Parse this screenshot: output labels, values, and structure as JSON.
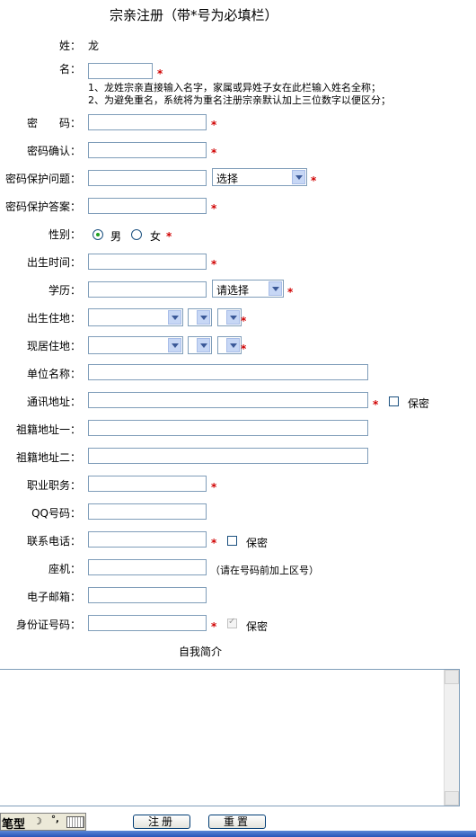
{
  "title": "宗亲注册（带*号为必填栏）",
  "required_mark": "*",
  "surname": {
    "label": "姓：",
    "value": "龙"
  },
  "given_name": {
    "label": "名：",
    "note1": "1、龙姓宗亲直接输入名字，家属或异姓子女在此栏输入姓名全称；",
    "note2": "2、为避免重名，系统将为重名注册宗亲默认加上三位数字以便区分；"
  },
  "password": {
    "label": "密　　码："
  },
  "password_confirm": {
    "label": "密码确认："
  },
  "security_question": {
    "label": "密码保护问题：",
    "select": "选择"
  },
  "security_answer": {
    "label": "密码保护答案："
  },
  "gender": {
    "label": "性别：",
    "male": "男",
    "female": "女",
    "selected": "男"
  },
  "birth_time": {
    "label": "出生时间："
  },
  "education": {
    "label": "学历：",
    "select": "请选择"
  },
  "birthplace": {
    "label": "出生住地："
  },
  "residence": {
    "label": "现居住地："
  },
  "employer": {
    "label": "单位名称："
  },
  "mailing_address": {
    "label": "通讯地址：",
    "private_label": "保密",
    "private_checked": false
  },
  "ancestral_address_1": {
    "label": "祖籍地址一："
  },
  "ancestral_address_2": {
    "label": "祖籍地址二："
  },
  "occupation": {
    "label": "职业职务："
  },
  "qq": {
    "label": "QQ号码："
  },
  "phone": {
    "label": "联系电话：",
    "private_label": "保密",
    "private_checked": false
  },
  "landline": {
    "label": "座机：",
    "hint": "（请在号码前加上区号）"
  },
  "email": {
    "label": "电子邮箱："
  },
  "id_number": {
    "label": "身份证号码：",
    "private_label": "保密",
    "private_checked": true
  },
  "intro": {
    "label": "自我简介"
  },
  "buttons": {
    "register": "注册",
    "reset": "重置"
  },
  "ime": {
    "mode": "笔型"
  }
}
